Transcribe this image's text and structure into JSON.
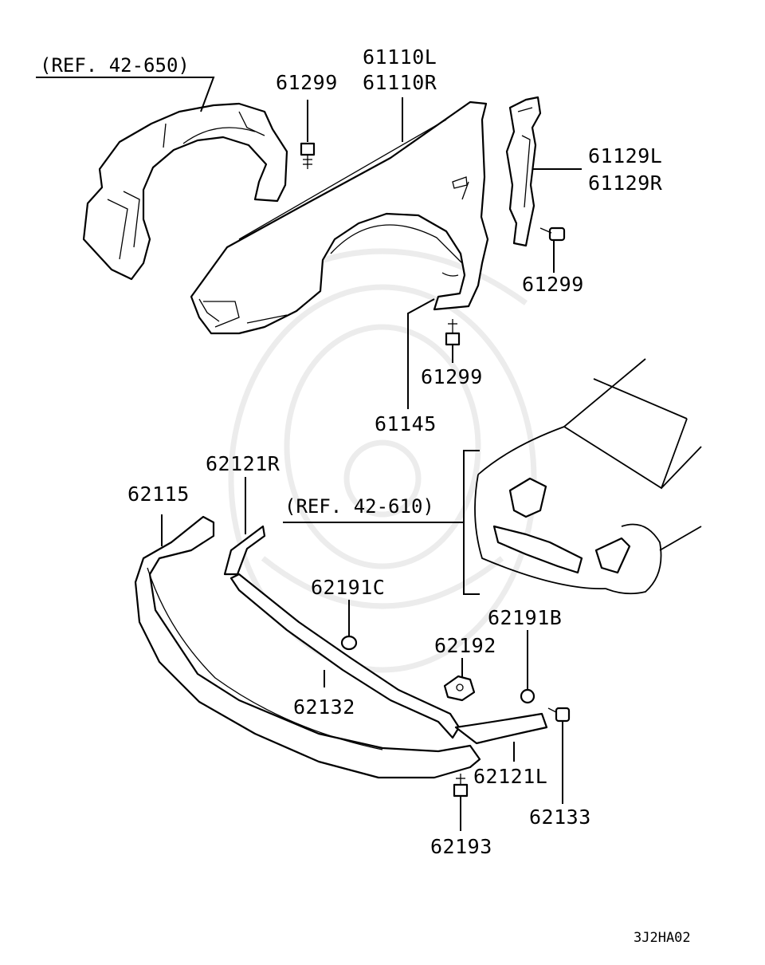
{
  "diagram_code": "3J2HA02",
  "references": {
    "inner_fender": "(REF. 42-650)",
    "front_body": "(REF. 42-610)"
  },
  "labels": {
    "fender_l": "61110L",
    "fender_r": "61110R",
    "bolt_top": "61299",
    "bracket_l": "61129L",
    "bracket_r": "61129R",
    "bolt_bracket": "61299",
    "bolt_lower": "61299",
    "splash_shield": "61145",
    "extension_r": "62121R",
    "extension_l": "62121L",
    "bumper_lip": "62115",
    "clip_c": "62191C",
    "nut_62192": "62192",
    "clip_b": "62191B",
    "strip_62132": "62132",
    "screw_62133": "62133",
    "bolt_62193": "62193"
  }
}
